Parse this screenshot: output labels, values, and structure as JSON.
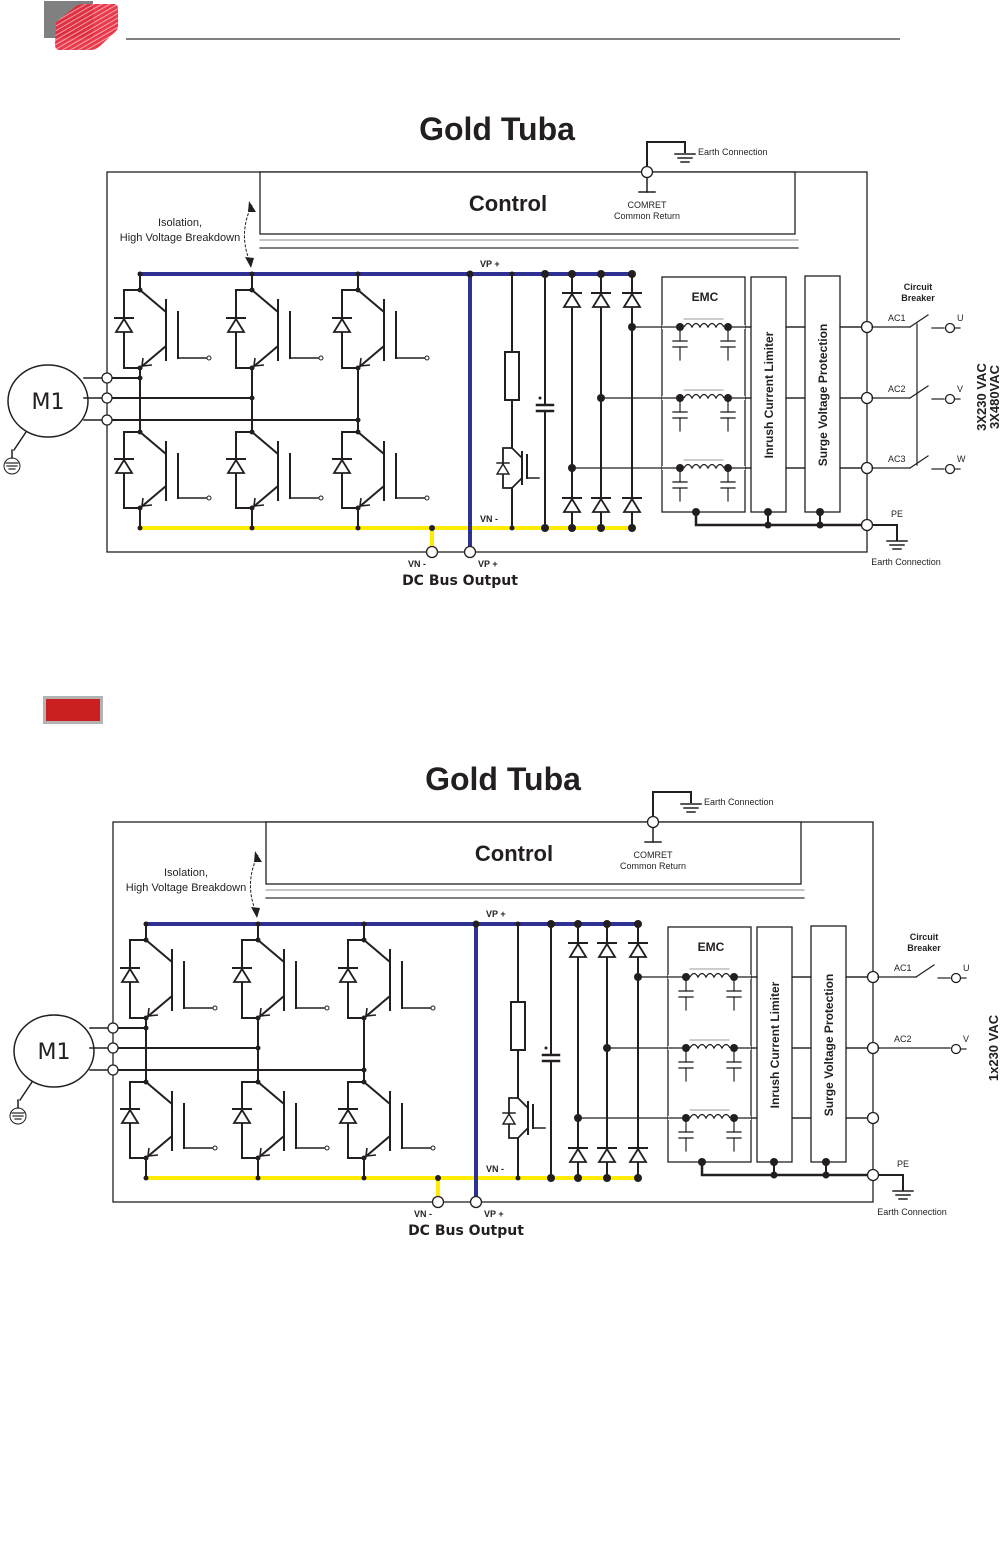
{
  "header": {
    "logo_icon": "company-logo-icon",
    "colors": {
      "logo_red": "#e8283c",
      "logo_gray": "#808080",
      "rule": "#808080",
      "section_marker": "#cc1f1f"
    }
  },
  "colors": {
    "vp_bus": "#2e3192",
    "vn_bus": "#ffec00",
    "wire": "#231f20",
    "frame": "#231f20"
  },
  "diagrams": [
    {
      "title": "Gold Tuba",
      "control_label": "Control",
      "comret_label": "COMRET",
      "common_return_label": "Common Return",
      "earth_connection_top": "Earth Connection",
      "isolation_line1": "Isolation,",
      "isolation_line2": "High Voltage Breakdown",
      "vp_label": "VP +",
      "vn_label": "VN -",
      "motor_label": "M1",
      "emc_label": "EMC",
      "inrush_label": "Inrush Current Limiter",
      "surge_label": "Surge Voltage Protection",
      "breaker_line1": "Circuit",
      "breaker_line2": "Breaker",
      "ac_terminals": [
        "AC1",
        "AC2",
        "AC3"
      ],
      "phase_labels": [
        "U",
        "V",
        "W"
      ],
      "pe_label": "PE",
      "earth_connection_bottom": "Earth Connection",
      "dc_vn_label": "VN -",
      "dc_vp_label": "VP +",
      "dc_bus_output": "DC Bus Output",
      "supply_line1": "3X230 VAC",
      "supply_line2": "3X480VAC"
    },
    {
      "title": "Gold Tuba",
      "control_label": "Control",
      "comret_label": "COMRET",
      "common_return_label": "Common Return",
      "earth_connection_top": "Earth Connection",
      "isolation_line1": "Isolation,",
      "isolation_line2": "High Voltage Breakdown",
      "vp_label": "VP +",
      "vn_label": "VN -",
      "motor_label": "M1",
      "emc_label": "EMC",
      "inrush_label": "Inrush Current Limiter",
      "surge_label": "Surge Voltage Protection",
      "breaker_line1": "Circuit",
      "breaker_line2": "Breaker",
      "ac_terminals": [
        "AC1",
        "AC2",
        ""
      ],
      "phase_labels": [
        "U",
        "V",
        ""
      ],
      "pe_label": "PE",
      "earth_connection_bottom": "Earth Connection",
      "dc_vn_label": "VN -",
      "dc_vp_label": "VP +",
      "dc_bus_output": "DC Bus Output",
      "supply_line1": "1x230 VAC",
      "supply_line2": ""
    }
  ]
}
